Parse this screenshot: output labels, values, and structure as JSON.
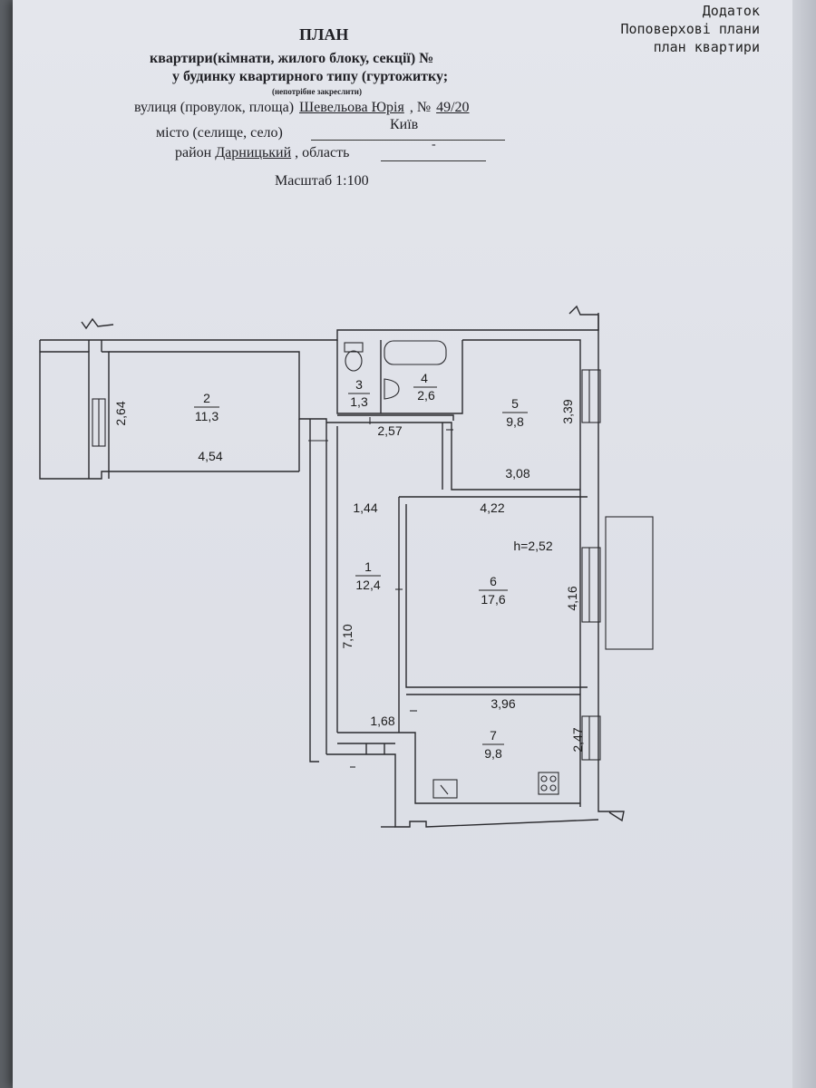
{
  "header_right": {
    "line1": "Додаток",
    "line2": "Поповерхові плани",
    "line3": "план квартири"
  },
  "header": {
    "title": "ПЛАН",
    "line1": "квартири(кімнати, жилого блоку, секції) №",
    "line2": "у будинку квартирного типу (гуртожитку;",
    "note": "(непотрібне закреслити)",
    "street_label": "вулиця (провулок, площа)",
    "street_value": "Шевельова Юрія",
    "number_label": ", №",
    "number_value": "49/20",
    "city_label": "місто (селище, село)",
    "city_value": "Київ",
    "district_label": "район",
    "district_value": "Дарницький",
    "region_label": ", область",
    "region_value": "-",
    "scale": "Масштаб 1:100"
  },
  "rooms": [
    {
      "id": "room-2",
      "num": "2",
      "area": "11,3"
    },
    {
      "id": "room-3",
      "num": "3",
      "area": "1,3"
    },
    {
      "id": "room-4",
      "num": "4",
      "area": "2,6"
    },
    {
      "id": "room-5",
      "num": "5",
      "area": "9,8"
    },
    {
      "id": "room-1",
      "num": "1",
      "area": "12,4"
    },
    {
      "id": "room-6",
      "num": "6",
      "area": "17,6"
    },
    {
      "id": "room-7",
      "num": "7",
      "area": "9,8"
    }
  ],
  "dimensions": {
    "d_2_64": "2,64",
    "d_4_54": "4,54",
    "d_2_57": "2,57",
    "d_3_39": "3,39",
    "d_3_08": "3,08",
    "d_1_44": "1,44",
    "d_4_22": "4,22",
    "d_h": "h=2,52",
    "d_4_16": "4,16",
    "d_7_10": "7,10",
    "d_3_96": "3,96",
    "d_1_68": "1,68",
    "d_2_47": "2,47"
  }
}
